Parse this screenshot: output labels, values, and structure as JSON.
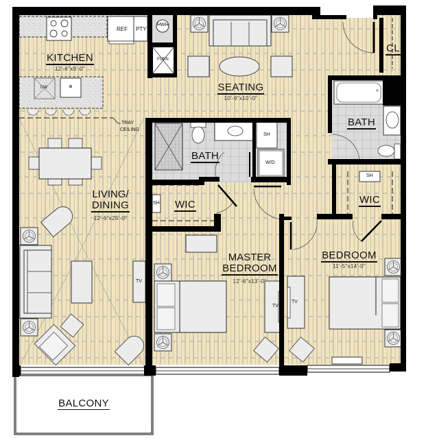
{
  "colors": {
    "floor": "#f2e4bd",
    "plank_line": "#a9a9a9",
    "wall": "#000000",
    "tile": "#dcdcdc",
    "counter": "#e6e6e6",
    "furniture": "#ececec",
    "balcony": "#ffffff"
  },
  "rooms": {
    "kitchen": {
      "name": "KITCHEN",
      "dim": "12'-6\"x9'-0\""
    },
    "seating": {
      "name": "SEATING",
      "dim": "10'-9\"x10'-0\""
    },
    "closet": {
      "name": "CL"
    },
    "bath_secondary": {
      "name": "BATH"
    },
    "bath_master": {
      "name": "BATH"
    },
    "living_dining": {
      "name": "LIVING/",
      "name2": "DINING",
      "dim": "12'-6\"x25'-0\""
    },
    "wic_master": {
      "name": "WIC"
    },
    "wic_bedroom": {
      "name": "WIC"
    },
    "master_bedroom": {
      "name": "MASTER",
      "name2": "BEDROOM",
      "dim": "12'-6\"x13'-0\""
    },
    "bedroom": {
      "name": "BEDROOM",
      "dim": "11'-5\"x14'-0\""
    },
    "balcony": {
      "name": "BALCONY"
    }
  },
  "fixtures": {
    "ref": "REF",
    "pantry": "PTY",
    "water_heater": "HWH",
    "furnace": "FURN",
    "dishwasher": "DW",
    "tray_ceiling_1": "TRAY",
    "tray_ceiling_2": "CEILING",
    "shelf": "SH",
    "washer_dryer": "W/D",
    "tv": "TV"
  }
}
